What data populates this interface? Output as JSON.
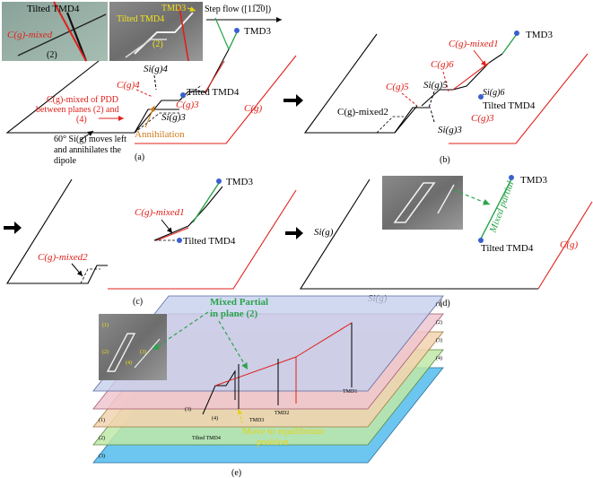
{
  "panel_a": {
    "caption": "(a)",
    "inset_label_tilted_tmd4": "Tilted TMD4",
    "inset_label_cg_mixed": "C(g)-mixed",
    "inset_label_plane2": "(2)",
    "micrograph_label_tmd3": "TMD3",
    "micrograph_label_tilted_tmd4": "Tilted TMD4",
    "micrograph_label_plane2": "(2)",
    "step_flow": "Step flow ([11̅2̅0])",
    "tmd3": "TMD3",
    "si_g_4": "Si(g)4",
    "cg4": "C(g)4",
    "cg_mixed_pdd": "C(g)-mixed of PDD",
    "between_planes": "between planes (2) and",
    "plane4": "(4)",
    "tilted_tmd4": "Tilted TMD4",
    "cg3": "C(g)3",
    "si_g_3": "Si(g)3",
    "cg": "C(g)",
    "annihilation": "Annihilation",
    "note_line1": "60° Si(g) moves left",
    "note_line2": "and annihilates the",
    "note_line3": "dipole"
  },
  "panel_b": {
    "caption": "(b)",
    "tmd3": "TMD3",
    "cg_mixed1": "C(g)-mixed1",
    "cg6": "C(g)6",
    "cg5": "C(g)5",
    "si_g_5": "Si(g)5",
    "si_g_6": "Si(g)6",
    "tilted_tmd4": "Tilted TMD4",
    "cg3": "C(g)3",
    "cg_mixed2": "C(g)-mixed2",
    "si_g_3": "Si(g)3"
  },
  "panel_c": {
    "caption": "(c)",
    "tmd3": "TMD3",
    "cg_mixed1": "C(g)-mixed1",
    "tilted_tmd4": "Tilted TMD4",
    "cg_mixed2": "C(g)-mixed2"
  },
  "panel_d": {
    "caption": "(d)",
    "si_g_left": "Si(g)",
    "si_g_bottom": "Si(g)",
    "tmd3": "TMD3",
    "mixed_partial": "Mixed partial",
    "tilted_tmd4": "Tilted TMD4",
    "cg": "C(g)"
  },
  "panel_e": {
    "caption": "(e)",
    "mixed_partial_l1": "Mixed Partial",
    "mixed_partial_l2": "in plane (2)",
    "plane_labels": [
      "(1)",
      "(2)",
      "(3)",
      "(4)"
    ],
    "tmd1": "TMD1",
    "tmd2": "TMD2",
    "tmd3": "TMD3",
    "tilted_tmd4": "Tilted TMD4",
    "move_l1": "Move to equilibrium",
    "move_l2": "position",
    "plane4_marker": "(4)",
    "plane3_marker": "(3)",
    "inset_labels": [
      "(1)",
      "(2)",
      "(3)",
      "(4)"
    ]
  },
  "colors": {
    "red_line": "#e0201a",
    "green_line": "#2aa34a",
    "blue_dot": "#3a5fd0",
    "orange_text": "#d07a1a",
    "yellow_text": "#e6d21a",
    "plane1": "#c6cfee",
    "plane2": "#f0c6d0",
    "plane3": "#f2d3b0",
    "plane4": "#bfe7a8",
    "plane5": "#6cc6ef"
  }
}
